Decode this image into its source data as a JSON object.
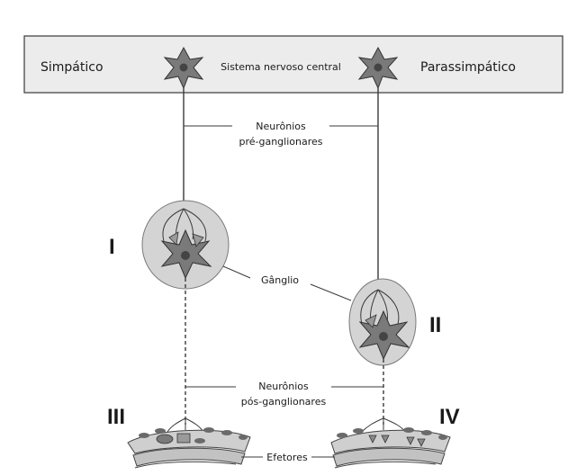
{
  "header": {
    "left_label": "Simpático",
    "center_label": "Sistema nervoso central",
    "right_label": "Parassimpático"
  },
  "labels": {
    "pre_ganglionic_line1": "Neurônios",
    "pre_ganglionic_line2": "pré-ganglionares",
    "ganglion": "Gânglio",
    "post_ganglionic_line1": "Neurônios",
    "post_ganglionic_line2": "pós-ganglionares",
    "effectors": "Efetores"
  },
  "markers": {
    "I": "I",
    "II": "II",
    "III": "III",
    "IV": "IV"
  },
  "colors": {
    "cns_box_fill": "#ececec",
    "neuron_fill": "#7a7a7a",
    "nucleus_fill": "#4a4a4a",
    "ganglion_fill": "#d4d4d4",
    "tissue_fill": "#c8c8c8",
    "line": "#3a3a3a"
  }
}
